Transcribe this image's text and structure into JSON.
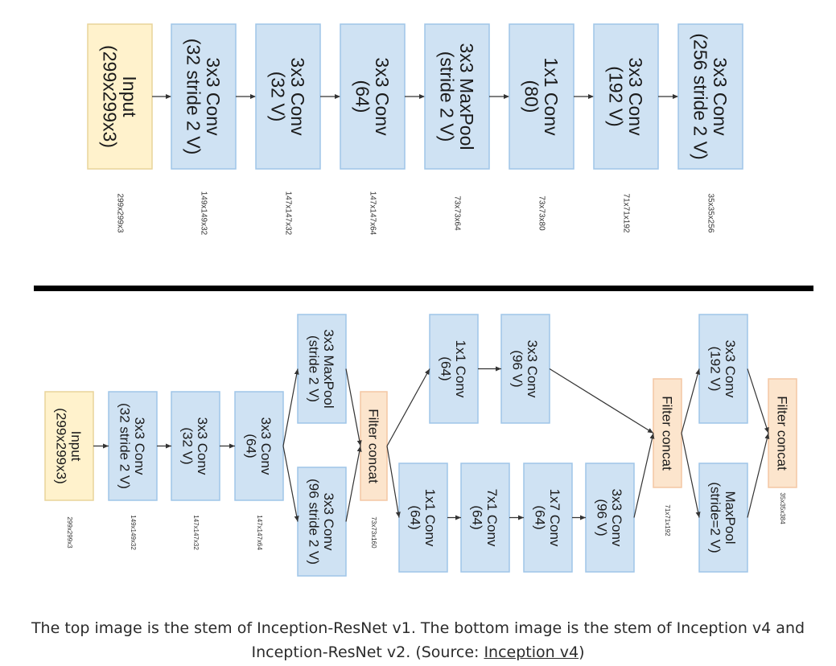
{
  "colors": {
    "box_fill": "#cfe2f3",
    "box_stroke": "#9fc5e8",
    "input_fill": "#fff2cc",
    "input_stroke": "#e9d49a",
    "concat_fill": "#fce5cd",
    "concat_stroke": "#f4c7a3",
    "divider": "#000000",
    "text": "#1a1a1a"
  },
  "top_stem": {
    "blocks": [
      {
        "lines": [
          "Input",
          "(299x299x3)"
        ],
        "kind": "input",
        "dim": "299x299x3"
      },
      {
        "lines": [
          "3x3 Conv",
          "(32 stride 2 V)"
        ],
        "kind": "conv",
        "dim": "149x149x32"
      },
      {
        "lines": [
          "3x3 Conv",
          "(32 V)"
        ],
        "kind": "conv",
        "dim": "147x147x32"
      },
      {
        "lines": [
          "3x3 Conv",
          "(64)"
        ],
        "kind": "conv",
        "dim": "147x147x64"
      },
      {
        "lines": [
          "3x3 MaxPool",
          "(stride 2 V)"
        ],
        "kind": "conv",
        "dim": "73x73x64"
      },
      {
        "lines": [
          "1x1 Conv",
          "(80)"
        ],
        "kind": "conv",
        "dim": "73x73x80"
      },
      {
        "lines": [
          "3x3 Conv",
          "(192 V)"
        ],
        "kind": "conv",
        "dim": "71x71x192"
      },
      {
        "lines": [
          "3x3 Conv",
          "(256 stride 2 V)"
        ],
        "kind": "conv",
        "dim": "35x35x256"
      }
    ]
  },
  "bottom_stem": {
    "blocks": {
      "input": {
        "lines": [
          "Input",
          "(299x299x3)"
        ]
      },
      "conv1": {
        "lines": [
          "3x3 Conv",
          "(32 stride 2 V)"
        ]
      },
      "conv2": {
        "lines": [
          "3x3 Conv",
          "(32 V)"
        ]
      },
      "conv3": {
        "lines": [
          "3x3 Conv",
          "(64)"
        ]
      },
      "maxpool1": {
        "lines": [
          "3x3 MaxPool",
          "(stride 2 V)"
        ]
      },
      "conv4": {
        "lines": [
          "3x3 Conv",
          "(96 stride 2 V)"
        ]
      },
      "concat1": {
        "lines": [
          "Filter concat"
        ]
      },
      "a_conv1": {
        "lines": [
          "1x1 Conv",
          "(64)"
        ]
      },
      "a_conv2": {
        "lines": [
          "3x3 Conv",
          "(96 V)"
        ]
      },
      "b_conv1": {
        "lines": [
          "1x1 Conv",
          "(64)"
        ]
      },
      "b_conv2": {
        "lines": [
          "7x1 Conv",
          "(64)"
        ]
      },
      "b_conv3": {
        "lines": [
          "1x7 Conv",
          "(64)"
        ]
      },
      "b_conv4": {
        "lines": [
          "3x3 Conv",
          "(96 V)"
        ]
      },
      "concat2": {
        "lines": [
          "Filter concat"
        ]
      },
      "c_conv": {
        "lines": [
          "3x3 Conv",
          "(192 V)"
        ]
      },
      "c_pool": {
        "lines": [
          "MaxPool",
          "(stride=2 V)"
        ]
      },
      "concat3": {
        "lines": [
          "Filter concat"
        ]
      }
    },
    "dims": [
      "299x299x3",
      "149x149x32",
      "147x147x32",
      "147x147x64",
      "73x73x160",
      "71x71x192",
      "35x35x384"
    ]
  },
  "caption": {
    "text": "The top image is the stem of Inception-ResNet v1. The bottom image is the stem of Inception v4 and Inception-ResNet v2. (Source: ",
    "link": "Inception v4",
    "end": ")"
  }
}
